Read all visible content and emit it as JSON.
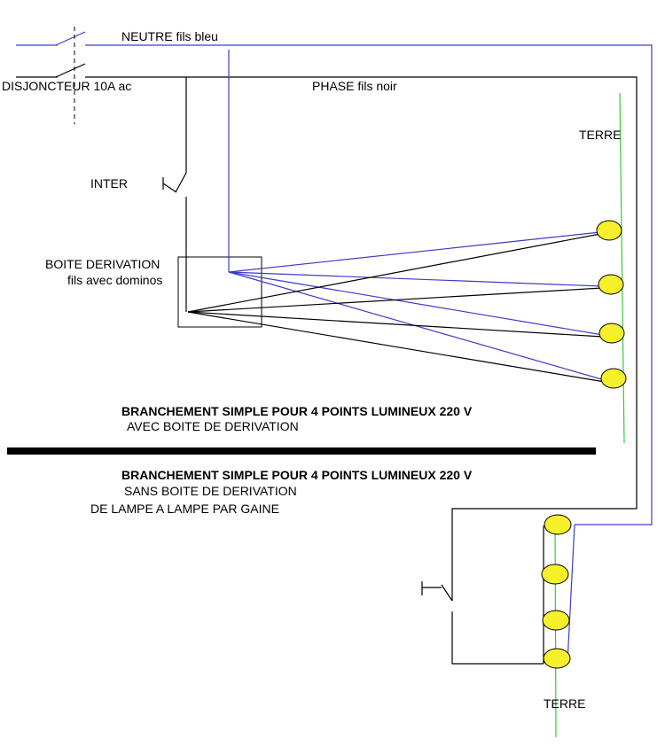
{
  "labels": {
    "neutre": "NEUTRE fils bleu",
    "disjoncteur": "DISJONCTEUR 10A ac",
    "phase": "PHASE fils noir",
    "terre_top": "TERRE",
    "inter": "INTER",
    "boite_line1": "BOITE DERIVATION",
    "boite_line2": "fils avec dominos",
    "title1": "BRANCHEMENT SIMPLE POUR 4 POINTS LUMINEUX 220 V",
    "subtitle1": "AVEC BOITE DE DERIVATION",
    "title2": "BRANCHEMENT SIMPLE POUR 4 POINTS LUMINEUX 220 V",
    "subtitle2a": "SANS BOITE DE DERIVATION",
    "subtitle2b": "DE LAMPE A LAMPE PAR GAINE",
    "terre_bottom": "TERRE"
  },
  "colors": {
    "neutral_wire": "#3c3cc8",
    "phase_wire": "#000000",
    "earth_wire": "#33cc33",
    "lamp_fill": "#f5f02a",
    "lamp_stroke": "#000000",
    "separator": "#000000"
  },
  "diagrams": [
    {
      "name": "avec-boite-de-derivation",
      "lamp_count": 4
    },
    {
      "name": "sans-boite-de-derivation",
      "lamp_count": 4
    }
  ]
}
